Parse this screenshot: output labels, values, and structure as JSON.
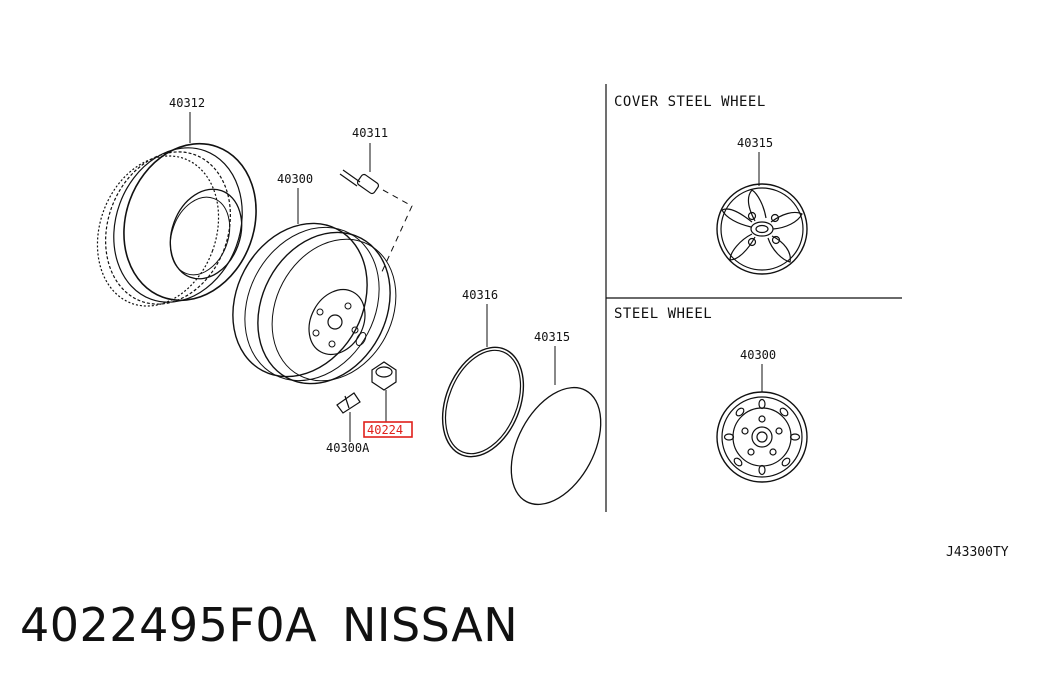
{
  "callouts": {
    "tire": "40312",
    "valve": "40311",
    "wheel": "40300",
    "weight": "40300A",
    "nut": "40224",
    "ring": "40316",
    "cover": "40315"
  },
  "sections": {
    "cover_steel_wheel": {
      "title": "COVER STEEL WHEEL",
      "part": "40315",
      "icon": "wheel-cover-icon"
    },
    "steel_wheel": {
      "title": "STEEL WHEEL",
      "part": "40300",
      "icon": "steel-wheel-icon"
    }
  },
  "diagram_code": "J43300TY",
  "highlight_color": "#e0201b",
  "footer": {
    "part_number": "4022495F0A",
    "brand": "NISSAN"
  }
}
